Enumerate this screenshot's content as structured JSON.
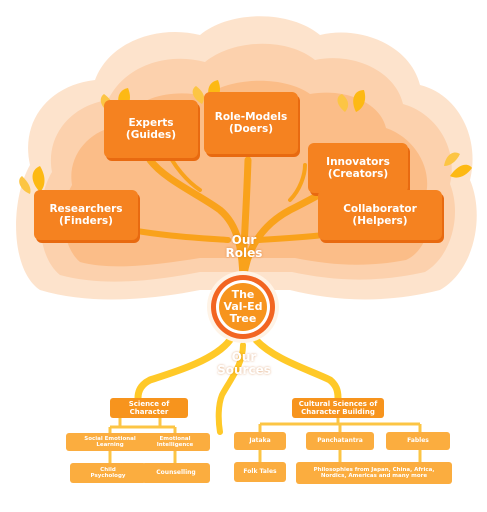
{
  "colors": {
    "cloud_outer": "#fde3cc",
    "cloud_mid": "#fbc69a",
    "cloud_inner": "#f9a866",
    "box": "#f58220",
    "box_dark": "#e86a10",
    "branch": "#f9a21b",
    "root": "#ffc928",
    "circle_ring": "#f26522",
    "leaf": "#fdb913"
  },
  "roles": {
    "experts": {
      "line1": "Experts",
      "line2": "(Guides)"
    },
    "role_models": {
      "line1": "Role-Models",
      "line2": "(Doers)"
    },
    "innovators": {
      "line1": "Innovators",
      "line2": "(Creators)"
    },
    "researchers": {
      "line1": "Researchers",
      "line2": "(Finders)"
    },
    "collaborator": {
      "line1": "Collaborator",
      "line2": "(Helpers)"
    }
  },
  "labels": {
    "our_roles": {
      "line1": "Our",
      "line2": "Roles"
    },
    "center": {
      "line1": "The",
      "line2": "Val-Ed",
      "line3": "Tree"
    },
    "our_sources": {
      "line1": "Our",
      "line2": "Sources"
    }
  },
  "sources": {
    "science_of_character": {
      "line1": "Science of",
      "line2": "Character"
    },
    "cultural_sciences": {
      "line1": "Cultural Sciences of",
      "line2": "Character Building"
    },
    "social_emotional": {
      "line1": "Social Emotional",
      "line2": "Learning"
    },
    "emotional_intelligence": {
      "line1": "Emotional",
      "line2": "Intelligence"
    },
    "child_psychology": {
      "line1": "Child",
      "line2": "Psychology"
    },
    "counselling": {
      "line1": "Counselling"
    },
    "jataka": {
      "line1": "Jataka"
    },
    "panchatantra": {
      "line1": "Panchatantra"
    },
    "fables": {
      "line1": "Fables"
    },
    "folk_tales": {
      "line1": "Folk Tales"
    },
    "philosophies": {
      "line1": "Philosophies from Japan, China, Africa,",
      "line2": "Nordics, Americas and many more"
    }
  }
}
